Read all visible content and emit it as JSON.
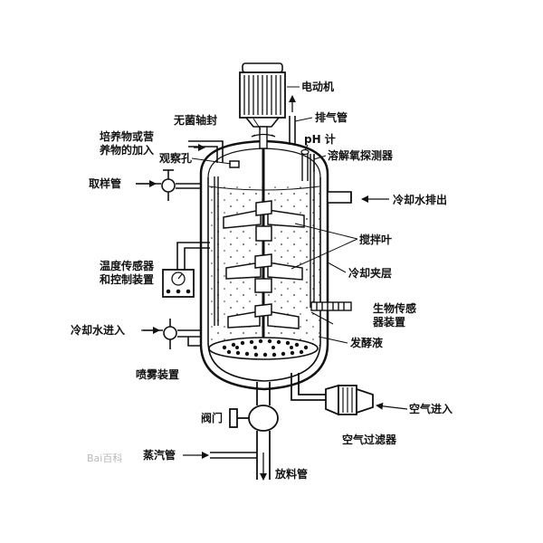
{
  "labels": {
    "motor": "电动机",
    "shaft_seal": "无菌轴封",
    "exhaust": "排气管",
    "ph_meter": "pH 计",
    "feed_1": "培养物或营",
    "feed_2": "养物的加入",
    "view_port": "观察孔",
    "do_probe": "溶解氧探测器",
    "sampling": "取样管",
    "coolant_out": "冷却水排出",
    "impeller": "搅拌叶",
    "temp_1": "温度传感器",
    "temp_2": "和控制装置",
    "jacket": "冷却夹层",
    "bio_1": "生物传感",
    "bio_2": "器装置",
    "coolant_in": "冷却水进入",
    "broth": "发酵液",
    "sparger": "喷雾装置",
    "valve": "阀门",
    "air_in": "空气进入",
    "air_filter": "空气过滤器",
    "steam": "蒸汽管",
    "discharge": "放料管"
  },
  "watermark": "Bai百科"
}
